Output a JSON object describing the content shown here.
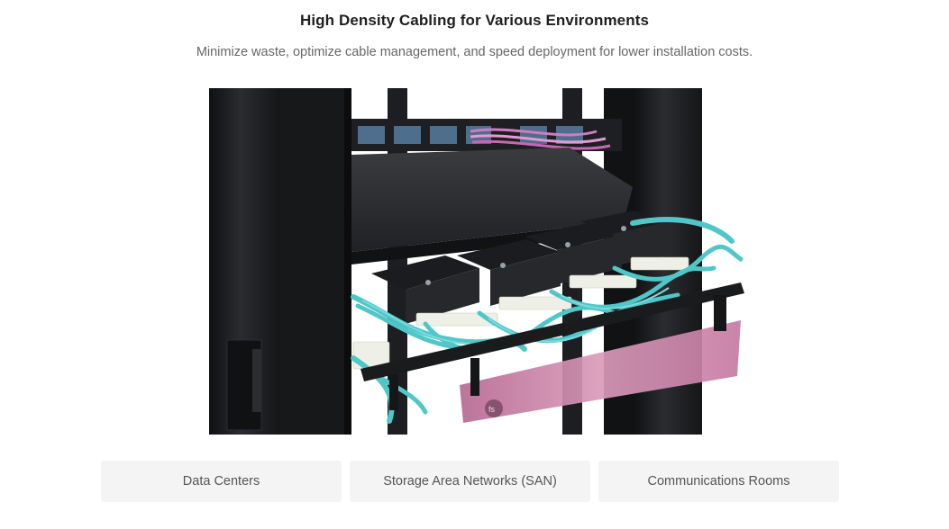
{
  "heading": {
    "title": "High Density Cabling for Various Environments",
    "subtitle": "Minimize waste, optimize cable management, and speed deployment for lower installation costs."
  },
  "image": {
    "subject": "fiber-patch-panel-rack-photo",
    "brand_mark": "fs"
  },
  "colors": {
    "rack": "#1c1d20",
    "cable_aqua": "#4fc7c9",
    "panel_pink": "#c67aa0"
  },
  "tabs": [
    {
      "label": "Data Centers"
    },
    {
      "label": "Storage Area Networks (SAN)"
    },
    {
      "label": "Communications Rooms"
    }
  ]
}
